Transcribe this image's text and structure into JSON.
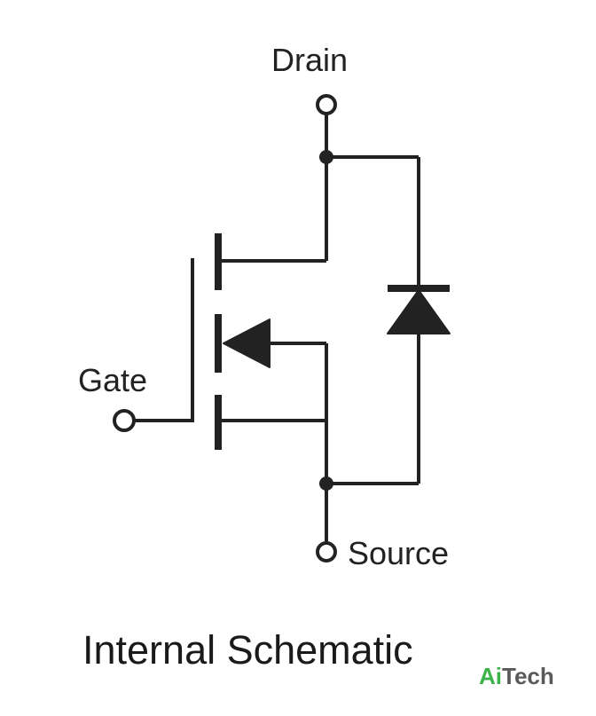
{
  "labels": {
    "drain": "Drain",
    "gate": "Gate",
    "source": "Source"
  },
  "title": "Internal Schematic",
  "watermark": {
    "ai": "Ai",
    "tech": "Tech"
  },
  "colors": {
    "line": "#222222",
    "watermark_green": "#3cb44b",
    "watermark_gray": "#5a5a5a"
  }
}
